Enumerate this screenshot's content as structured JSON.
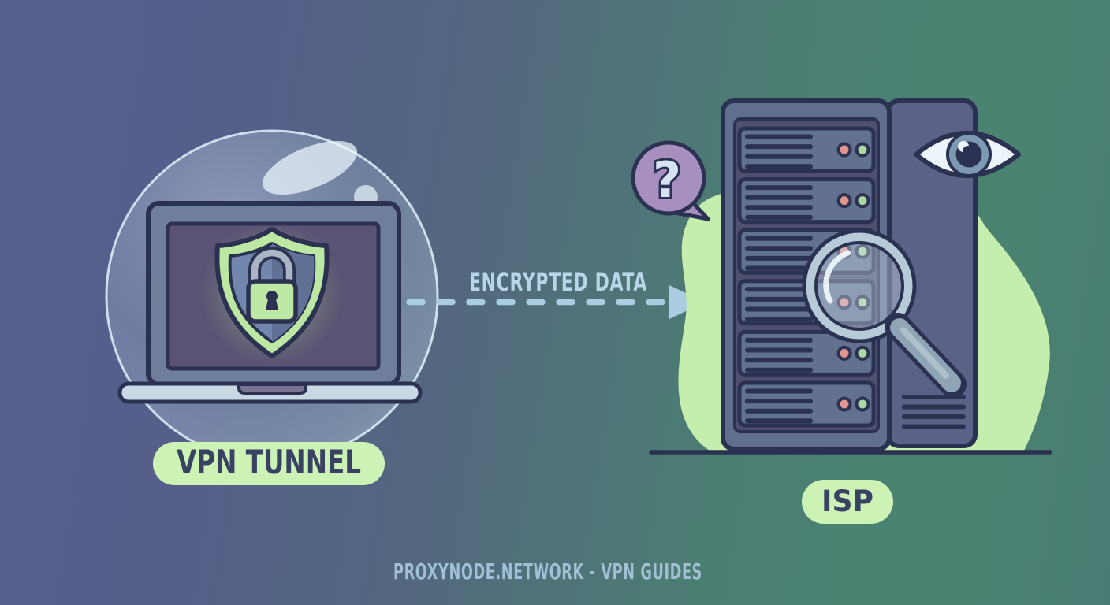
{
  "labels": {
    "vpn_tunnel": "VPN TUNNEL",
    "encrypted_data": "ENCRYPTED DATA",
    "isp": "ISP",
    "question_mark": "?",
    "footer": "PROXYNODE.NETWORK - VPN GUIDES"
  },
  "server": {
    "unit_count": 6,
    "lines_per_unit": 4,
    "leds_per_unit": [
      "red",
      "green"
    ]
  },
  "colors": {
    "bg_left": "#55608e",
    "bg_right": "#4a8471",
    "outline_navy": "#2b3150",
    "label_navy": "#3a4263",
    "pill_green": "#ccf2b6",
    "blob_green": "#c5eeae",
    "shield_green": "#bce8a4",
    "shield_inner_left": "#7287ad",
    "shield_inner_right": "#5f7195",
    "bubble_purple": "#a78fc0",
    "question_text": "#d6e3f3",
    "led_red": "#e0958e",
    "led_green": "#a8d9a1",
    "arrow_blue": "#aacde1",
    "text_blue": "#b9d6e8",
    "footer_blue": "#a6c4da",
    "rack_face": "#5f6f8d",
    "rack_side": "#5b6288",
    "rack_inset": "#4f4f70",
    "unit_face": "#61718e",
    "laptop_frame": "#6e7e9b",
    "laptop_screen": "#5b5373",
    "laptop_base": "#c9d8e4",
    "laptop_notch": "#7b7391",
    "shackle_gray": "#a9b4c4",
    "magnifier_rim": "#b7cad8",
    "magnifier_handle": "#8fa4b4",
    "eye_white": "#edf4f9",
    "eye_iris": "#7e99b4"
  }
}
